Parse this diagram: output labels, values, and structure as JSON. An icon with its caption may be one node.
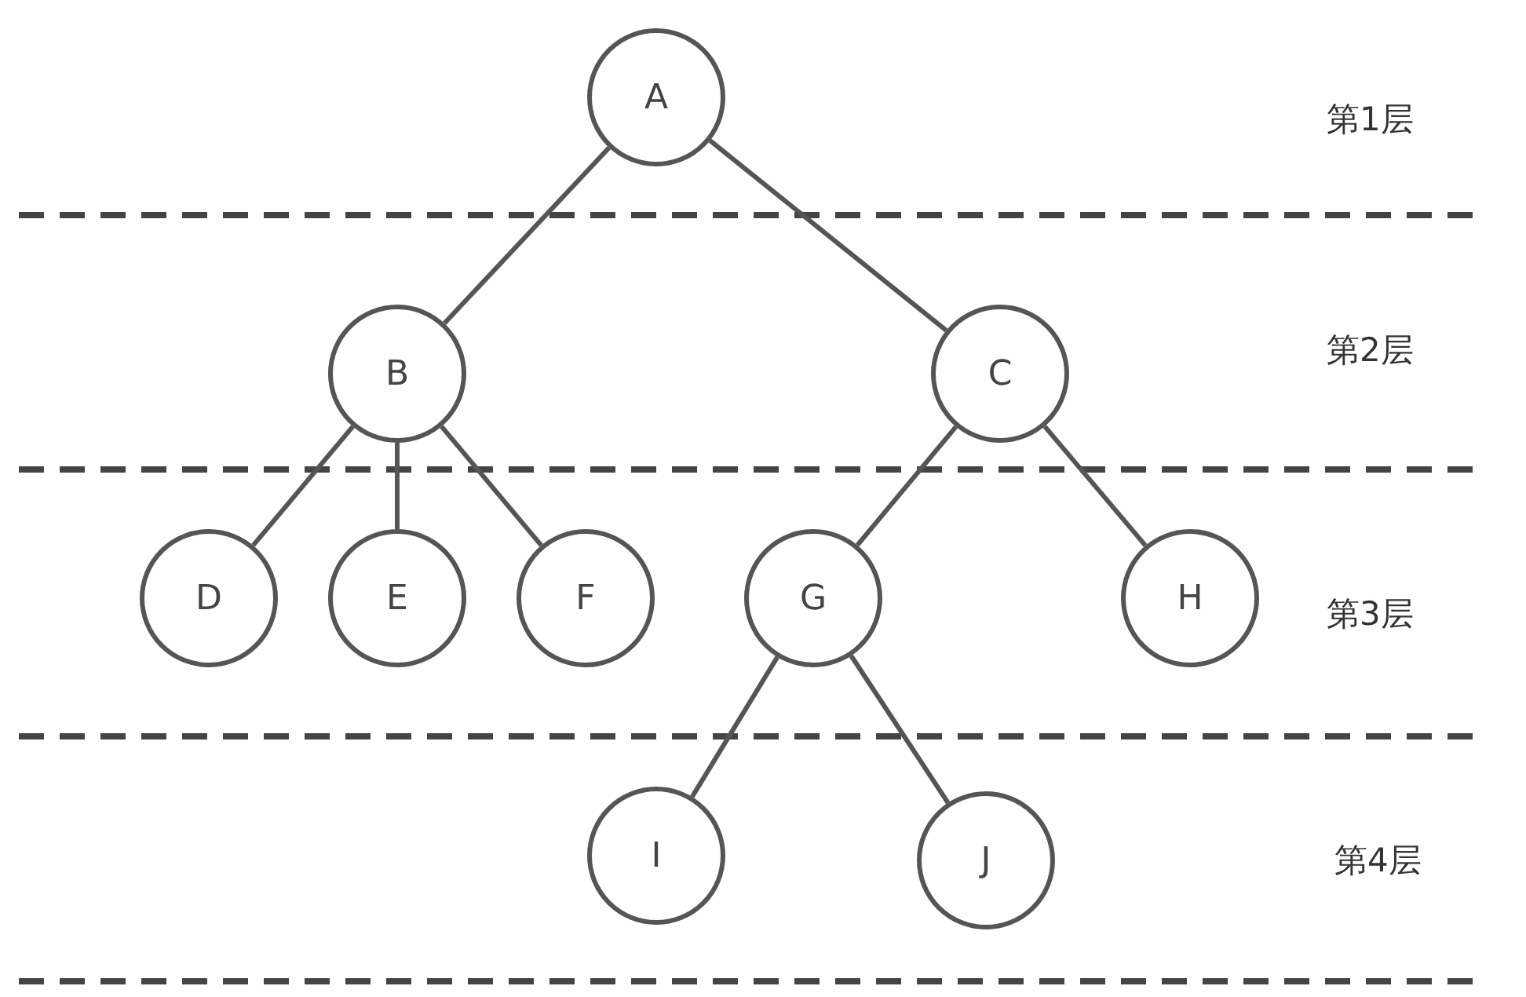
{
  "diagram": {
    "nodes": [
      {
        "text": [
          "A"
        ]
      },
      {
        "text": [
          "B"
        ]
      },
      {
        "text": [
          "C"
        ]
      },
      {
        "text": [
          "D"
        ]
      },
      {
        "text": [
          "E"
        ]
      },
      {
        "text": [
          "F"
        ]
      },
      {
        "text": [
          "G"
        ]
      },
      {
        "text": [
          "H"
        ]
      },
      {
        "text": [
          "I"
        ]
      },
      {
        "text": [
          "J"
        ]
      }
    ],
    "edges": [
      {
        "from": 0,
        "to": 1,
        "arrow": "none"
      },
      {
        "from": 0,
        "to": 2,
        "arrow": "none"
      },
      {
        "from": 1,
        "to": 3,
        "arrow": "none"
      },
      {
        "from": 1,
        "to": 4,
        "arrow": "none"
      },
      {
        "from": 1,
        "to": 5,
        "arrow": "none"
      },
      {
        "from": 2,
        "to": 6,
        "arrow": "none"
      },
      {
        "from": 2,
        "to": 7,
        "arrow": "none"
      },
      {
        "from": 6,
        "to": 8,
        "arrow": "none"
      },
      {
        "from": 6,
        "to": 9,
        "arrow": "none"
      }
    ],
    "labels": [
      "第1层",
      "第2层",
      "第3层",
      "第4层"
    ]
  }
}
